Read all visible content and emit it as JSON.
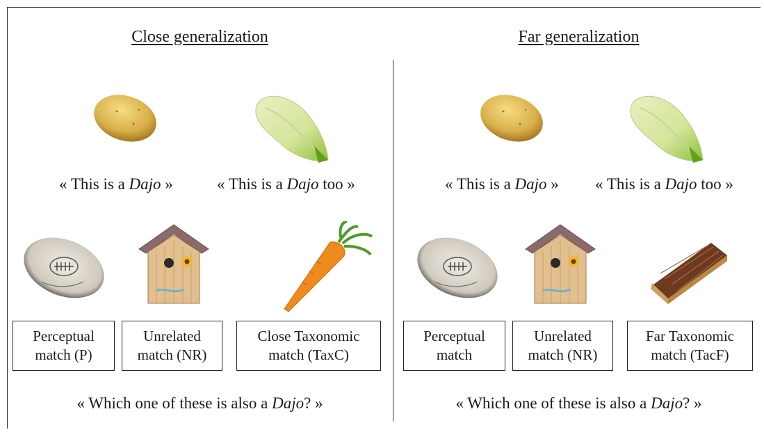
{
  "panels": {
    "close": {
      "title": "Close generalization",
      "captions": [
        {
          "before": "« This is a ",
          "word": "Dajo",
          "after": " »"
        },
        {
          "before": "« This is a ",
          "word": "Dajo",
          "after": " too »"
        }
      ],
      "boxes": [
        {
          "line1": "Perceptual",
          "line2": "match (P)"
        },
        {
          "line1": "Unrelated",
          "line2": "match (NR)"
        },
        {
          "line1": "Close Taxonomic",
          "line2": "match (TaxC)"
        }
      ],
      "question": {
        "before": "« Which one of these is also a ",
        "word": "Dajo",
        "after": "? »"
      }
    },
    "far": {
      "title": "Far generalization",
      "captions": [
        {
          "before": "« This is a ",
          "word": "Dajo",
          "after": " »"
        },
        {
          "before": "« This is a ",
          "word": "Dajo",
          "after": " too »"
        }
      ],
      "boxes": [
        {
          "line1": "Perceptual",
          "line2": "match"
        },
        {
          "line1": "Unrelated",
          "line2": "match (NR)"
        },
        {
          "line1": "Far Taxonomic",
          "line2": "match (TacF)"
        }
      ],
      "question": {
        "before": "« Which one of these is also a ",
        "word": "Dajo",
        "after": "? »"
      }
    }
  },
  "icons": [
    "potato-icon",
    "endive-icon",
    "rugby-ball-icon",
    "birdhouse-icon",
    "carrot-icon",
    "chocolate-tart-icon"
  ]
}
